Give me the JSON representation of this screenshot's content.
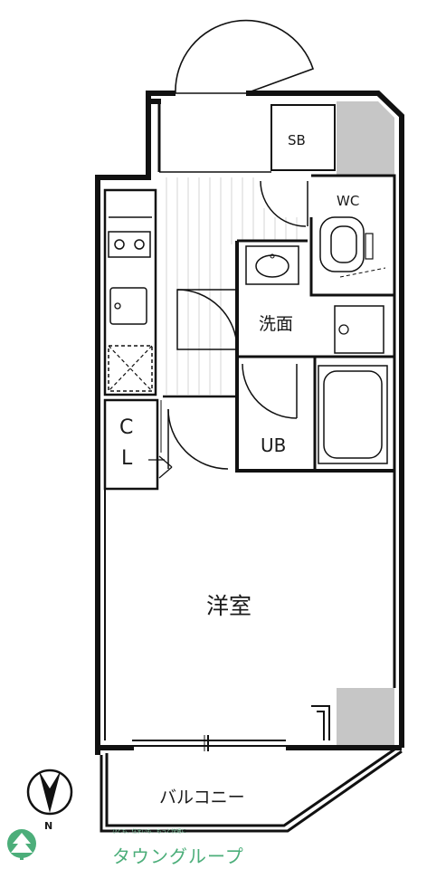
{
  "labels": {
    "shoe_box": "SB",
    "toilet": "WC",
    "washroom": "洗面",
    "unit_bath": "UB",
    "closet_c": "C",
    "closet_l": "L",
    "western_room": "洋室",
    "balcony": "バルコニー",
    "north": "N"
  },
  "logo": {
    "tagline": "ひとも、住まいも、もっと快適に",
    "name": "タウングループ",
    "color": "#4cae7a"
  },
  "colors": {
    "wall": "#111111",
    "shade": "#c4c4c4",
    "fixture": "#333333"
  }
}
